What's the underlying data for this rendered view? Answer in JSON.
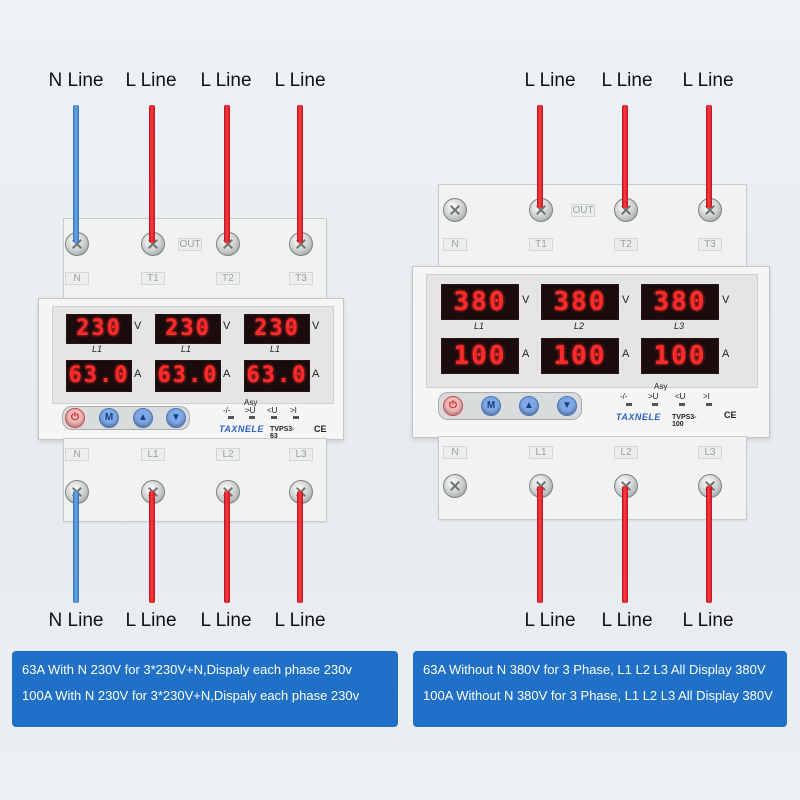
{
  "left": {
    "top_labels": [
      "N Line",
      "L Line",
      "L Line",
      "L Line"
    ],
    "bottom_labels": [
      "N Line",
      "L Line",
      "L Line",
      "L Line"
    ],
    "terminals_top": [
      "N",
      "T1",
      "OUT",
      "T2",
      "T3"
    ],
    "terminals_bottom": [
      "N",
      "L1",
      "L2",
      "L3"
    ],
    "voltages": [
      "230",
      "230",
      "230"
    ],
    "voltage_unit": "V",
    "phase_labels": [
      "L1",
      "L1",
      "L1"
    ],
    "currents": [
      "63.0",
      "63.0",
      "63.0"
    ],
    "current_unit": "A",
    "indicator_header": "Asy",
    "indicators": [
      "-/-",
      ">U",
      "<U",
      ">I"
    ],
    "brand": "TAXNELE",
    "model": "TVPS3-63",
    "ce": "CE",
    "buttons": [
      "⏻",
      "M",
      "▲",
      "▼"
    ],
    "caption": [
      "63A With N 230V for 3*230V+N,Dispaly each phase 230v",
      "100A With N 230V for 3*230V+N,Dispaly each phase 230v"
    ]
  },
  "right": {
    "top_labels": [
      "L Line",
      "L Line",
      "L Line"
    ],
    "bottom_labels": [
      "L Line",
      "L Line",
      "L Line"
    ],
    "terminals_top": [
      "N",
      "T1",
      "OUT",
      "T2",
      "T3"
    ],
    "terminals_bottom": [
      "N",
      "L1",
      "L2",
      "L3"
    ],
    "voltages": [
      "380",
      "380",
      "380"
    ],
    "voltage_unit": "V",
    "phase_labels": [
      "L1",
      "L2",
      "L3"
    ],
    "currents": [
      "100",
      "100",
      "100"
    ],
    "current_unit": "A",
    "indicator_header": "Asy",
    "indicators": [
      "-/-",
      ">U",
      "<U",
      ">I"
    ],
    "brand": "TAXNELE",
    "model": "TVPS3-100",
    "ce": "CE",
    "buttons": [
      "⏻",
      "M",
      "▲",
      "▼"
    ],
    "caption": [
      "63A Without N 380V for 3 Phase, L1 L2 L3 All Display 380V",
      "100A Without N 380V for 3 Phase, L1 L2 L3 All Display 380V"
    ]
  }
}
